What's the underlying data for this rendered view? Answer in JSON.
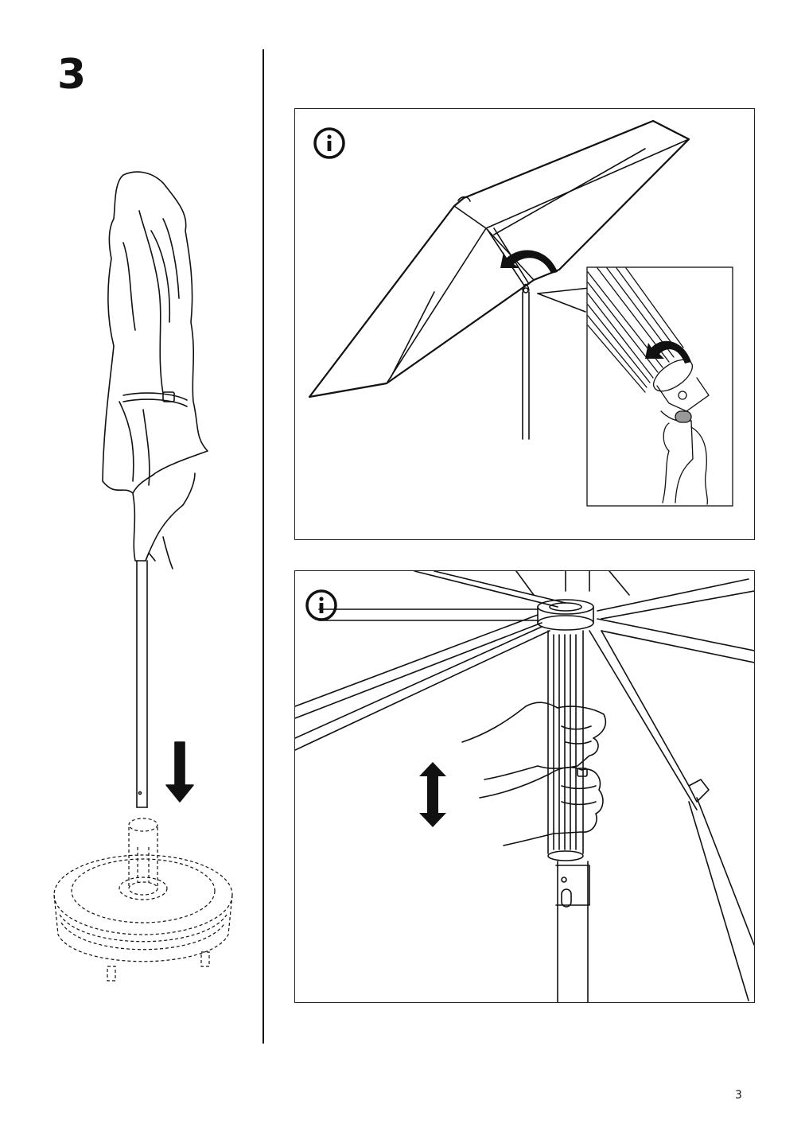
{
  "step": {
    "number": "3"
  },
  "panels": [
    {
      "name": "tilt-umbrella-panel",
      "icon": "info-icon"
    },
    {
      "name": "raise-canopy-panel",
      "icon": "info-icon"
    }
  ],
  "footer": {
    "page_number": "3"
  },
  "colors": {
    "line": "#111111",
    "background": "#ffffff"
  }
}
